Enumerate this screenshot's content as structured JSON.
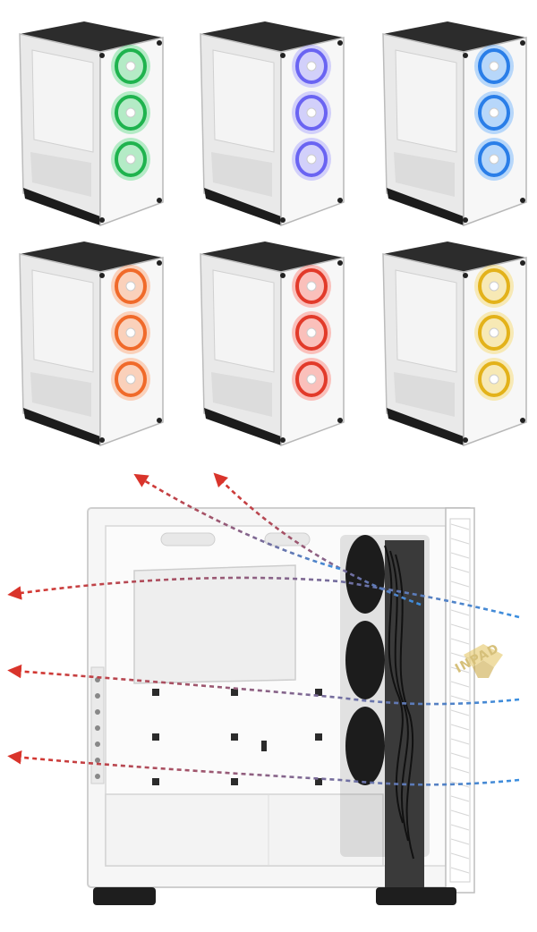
{
  "cases": [
    {
      "name": "case-green",
      "glow": "#37d36a",
      "ring": "#1fb34e"
    },
    {
      "name": "case-blue",
      "glow": "#8c86ff",
      "ring": "#6a64f2"
    },
    {
      "name": "case-cyan",
      "glow": "#3f9cff",
      "ring": "#2a7ee8"
    },
    {
      "name": "case-orange",
      "glow": "#ff8a4a",
      "ring": "#f06a2a"
    },
    {
      "name": "case-red",
      "glow": "#ff5a4a",
      "ring": "#e23a2a"
    },
    {
      "name": "case-yellow",
      "glow": "#f7cf3a",
      "ring": "#e3b21a"
    }
  ],
  "airflow": {
    "hot_color": "#d9342b",
    "cold_color": "#3b8fe0"
  },
  "watermark": {
    "text": "INPAD",
    "color": "#d6c07a"
  }
}
